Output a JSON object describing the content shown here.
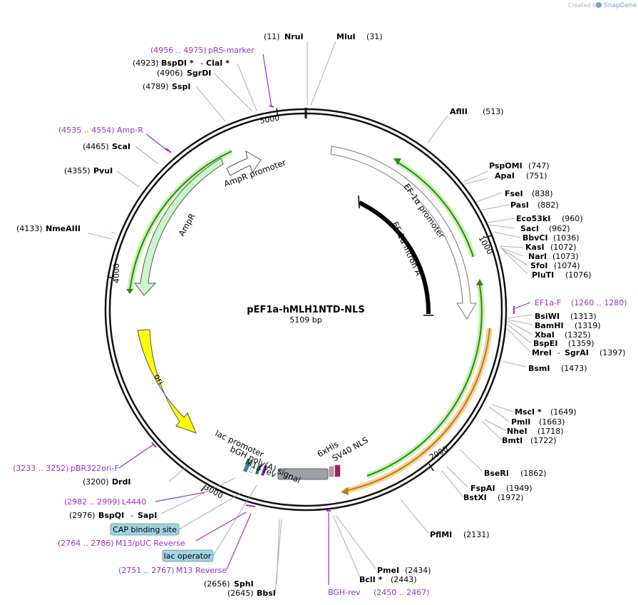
{
  "watermark": {
    "created_by": "Created by",
    "brand": "SnapGene"
  },
  "plasmid": {
    "name": "pEF1a-hMLH1NTD-NLS",
    "length": "5109 bp"
  },
  "ticks": {
    "t1000": "1000",
    "t2000": "2000",
    "t3000": "3000",
    "t4000": "4000",
    "t5000": "5000"
  },
  "sites_right": [
    {
      "name": "MluI",
      "pos": "(31)"
    },
    {
      "name": "AflII",
      "pos": "(513)"
    },
    {
      "name": "PspOMI",
      "pos": "(747)"
    },
    {
      "name": "ApaI",
      "pos": "(751)"
    },
    {
      "name": "FseI",
      "pos": "(838)"
    },
    {
      "name": "PasI",
      "pos": "(882)"
    },
    {
      "name": "Eco53kI",
      "pos": "(960)"
    },
    {
      "name": "SacI",
      "pos": "(962)"
    },
    {
      "name": "BbvCI",
      "pos": "(1036)"
    },
    {
      "name": "KasI",
      "pos": "(1072)"
    },
    {
      "name": "NarI",
      "pos": "(1073)"
    },
    {
      "name": "SfoI",
      "pos": "(1074)"
    },
    {
      "name": "PluTI",
      "pos": "(1076)"
    },
    {
      "name": "BsiWI",
      "pos": "(1313)"
    },
    {
      "name": "BamHI",
      "pos": "(1319)"
    },
    {
      "name": "XbaI",
      "pos": "(1325)"
    },
    {
      "name": "BspEI",
      "pos": "(1359)"
    },
    {
      "name": "BsmI",
      "pos": "(1473)"
    },
    {
      "name": "MscI *",
      "pos": "(1649)"
    },
    {
      "name": "PmlI",
      "pos": "(1663)"
    },
    {
      "name": "NheI",
      "pos": "(1718)"
    },
    {
      "name": "BmtI",
      "pos": "(1722)"
    },
    {
      "name": "BseRI",
      "pos": "(1862)"
    },
    {
      "name": "FspAI",
      "pos": "(1949)"
    },
    {
      "name": "BstXI",
      "pos": "(1972)"
    },
    {
      "name": "PflMI",
      "pos": "(2131)"
    }
  ],
  "mrei": {
    "a": "MreI",
    "sep": "-",
    "b": "SgrAI",
    "pos": "(1397)"
  },
  "sites_left": [
    {
      "name": "NruI",
      "pos": "(11)"
    },
    {
      "name": "SgrDI",
      "pos": "(4906)"
    },
    {
      "name": "SspI",
      "pos": "(4789)"
    },
    {
      "name": "ScaI",
      "pos": "(4465)"
    },
    {
      "name": "PvuI",
      "pos": "(4355)"
    },
    {
      "name": "NmeAIII",
      "pos": "(4133)"
    },
    {
      "name": "DrdI",
      "pos": "(3200)"
    },
    {
      "name": "SphI",
      "pos": "(2656)"
    },
    {
      "name": "BbsI",
      "pos": "(2645)"
    },
    {
      "name": "PmeI",
      "pos": "(2434)"
    },
    {
      "name": "BclI *",
      "pos": "(2443)"
    }
  ],
  "bspdi": {
    "pos": "(4923)",
    "a": "BspDI *",
    "sep": "-",
    "b": "ClaI *"
  },
  "bspqi": {
    "pos": "(2976)",
    "a": "BspQI",
    "sep": "-",
    "b": "SapI"
  },
  "primers": {
    "prs": {
      "range": "(4956 .. 4975)",
      "name": "pRS-marker"
    },
    "ampr": {
      "range": "(4535 .. 4554)",
      "name": "Amp-R"
    },
    "ef1af": {
      "name": "EF1a-F",
      "range": "(1260 .. 1280)"
    },
    "pbr": {
      "range": "(3233 .. 3252)",
      "name": "pBR322ori-F"
    },
    "l4440": {
      "range": "(2982 .. 2999)",
      "name": "L4440"
    },
    "m13puc": {
      "range": "(2764 .. 2786)",
      "name": "M13/pUC Reverse"
    },
    "m13rev": {
      "range": "(2751 .. 2767)",
      "name": "M13 Reverse"
    },
    "bghrev": {
      "name": "BGH-rev",
      "range": "(2450 .. 2467)"
    }
  },
  "boxes": {
    "cap": "CAP binding site",
    "lacop": "lac operator"
  },
  "features": {
    "ef1a_promoter": "EF-1α promoter",
    "ef1a_intron": "EF-1α intron A",
    "ampr_promoter": "AmpR promoter",
    "ampr": "AmpR",
    "ori": "ori",
    "bgh": "bGH poly(A) signal",
    "m13rev": "M13 rev",
    "lac": "lac promoter",
    "his": "6xHis",
    "sv40": "SV40 NLS"
  },
  "colors": {
    "backbone": "#111111",
    "ampr_fill": "#ccf5cc",
    "ori_fill": "#ffff00",
    "primer": "#9b30c8",
    "orf_green": "#2a8a10",
    "orf_orange": "#c07a10",
    "box_fill": "#9fd3e0"
  }
}
